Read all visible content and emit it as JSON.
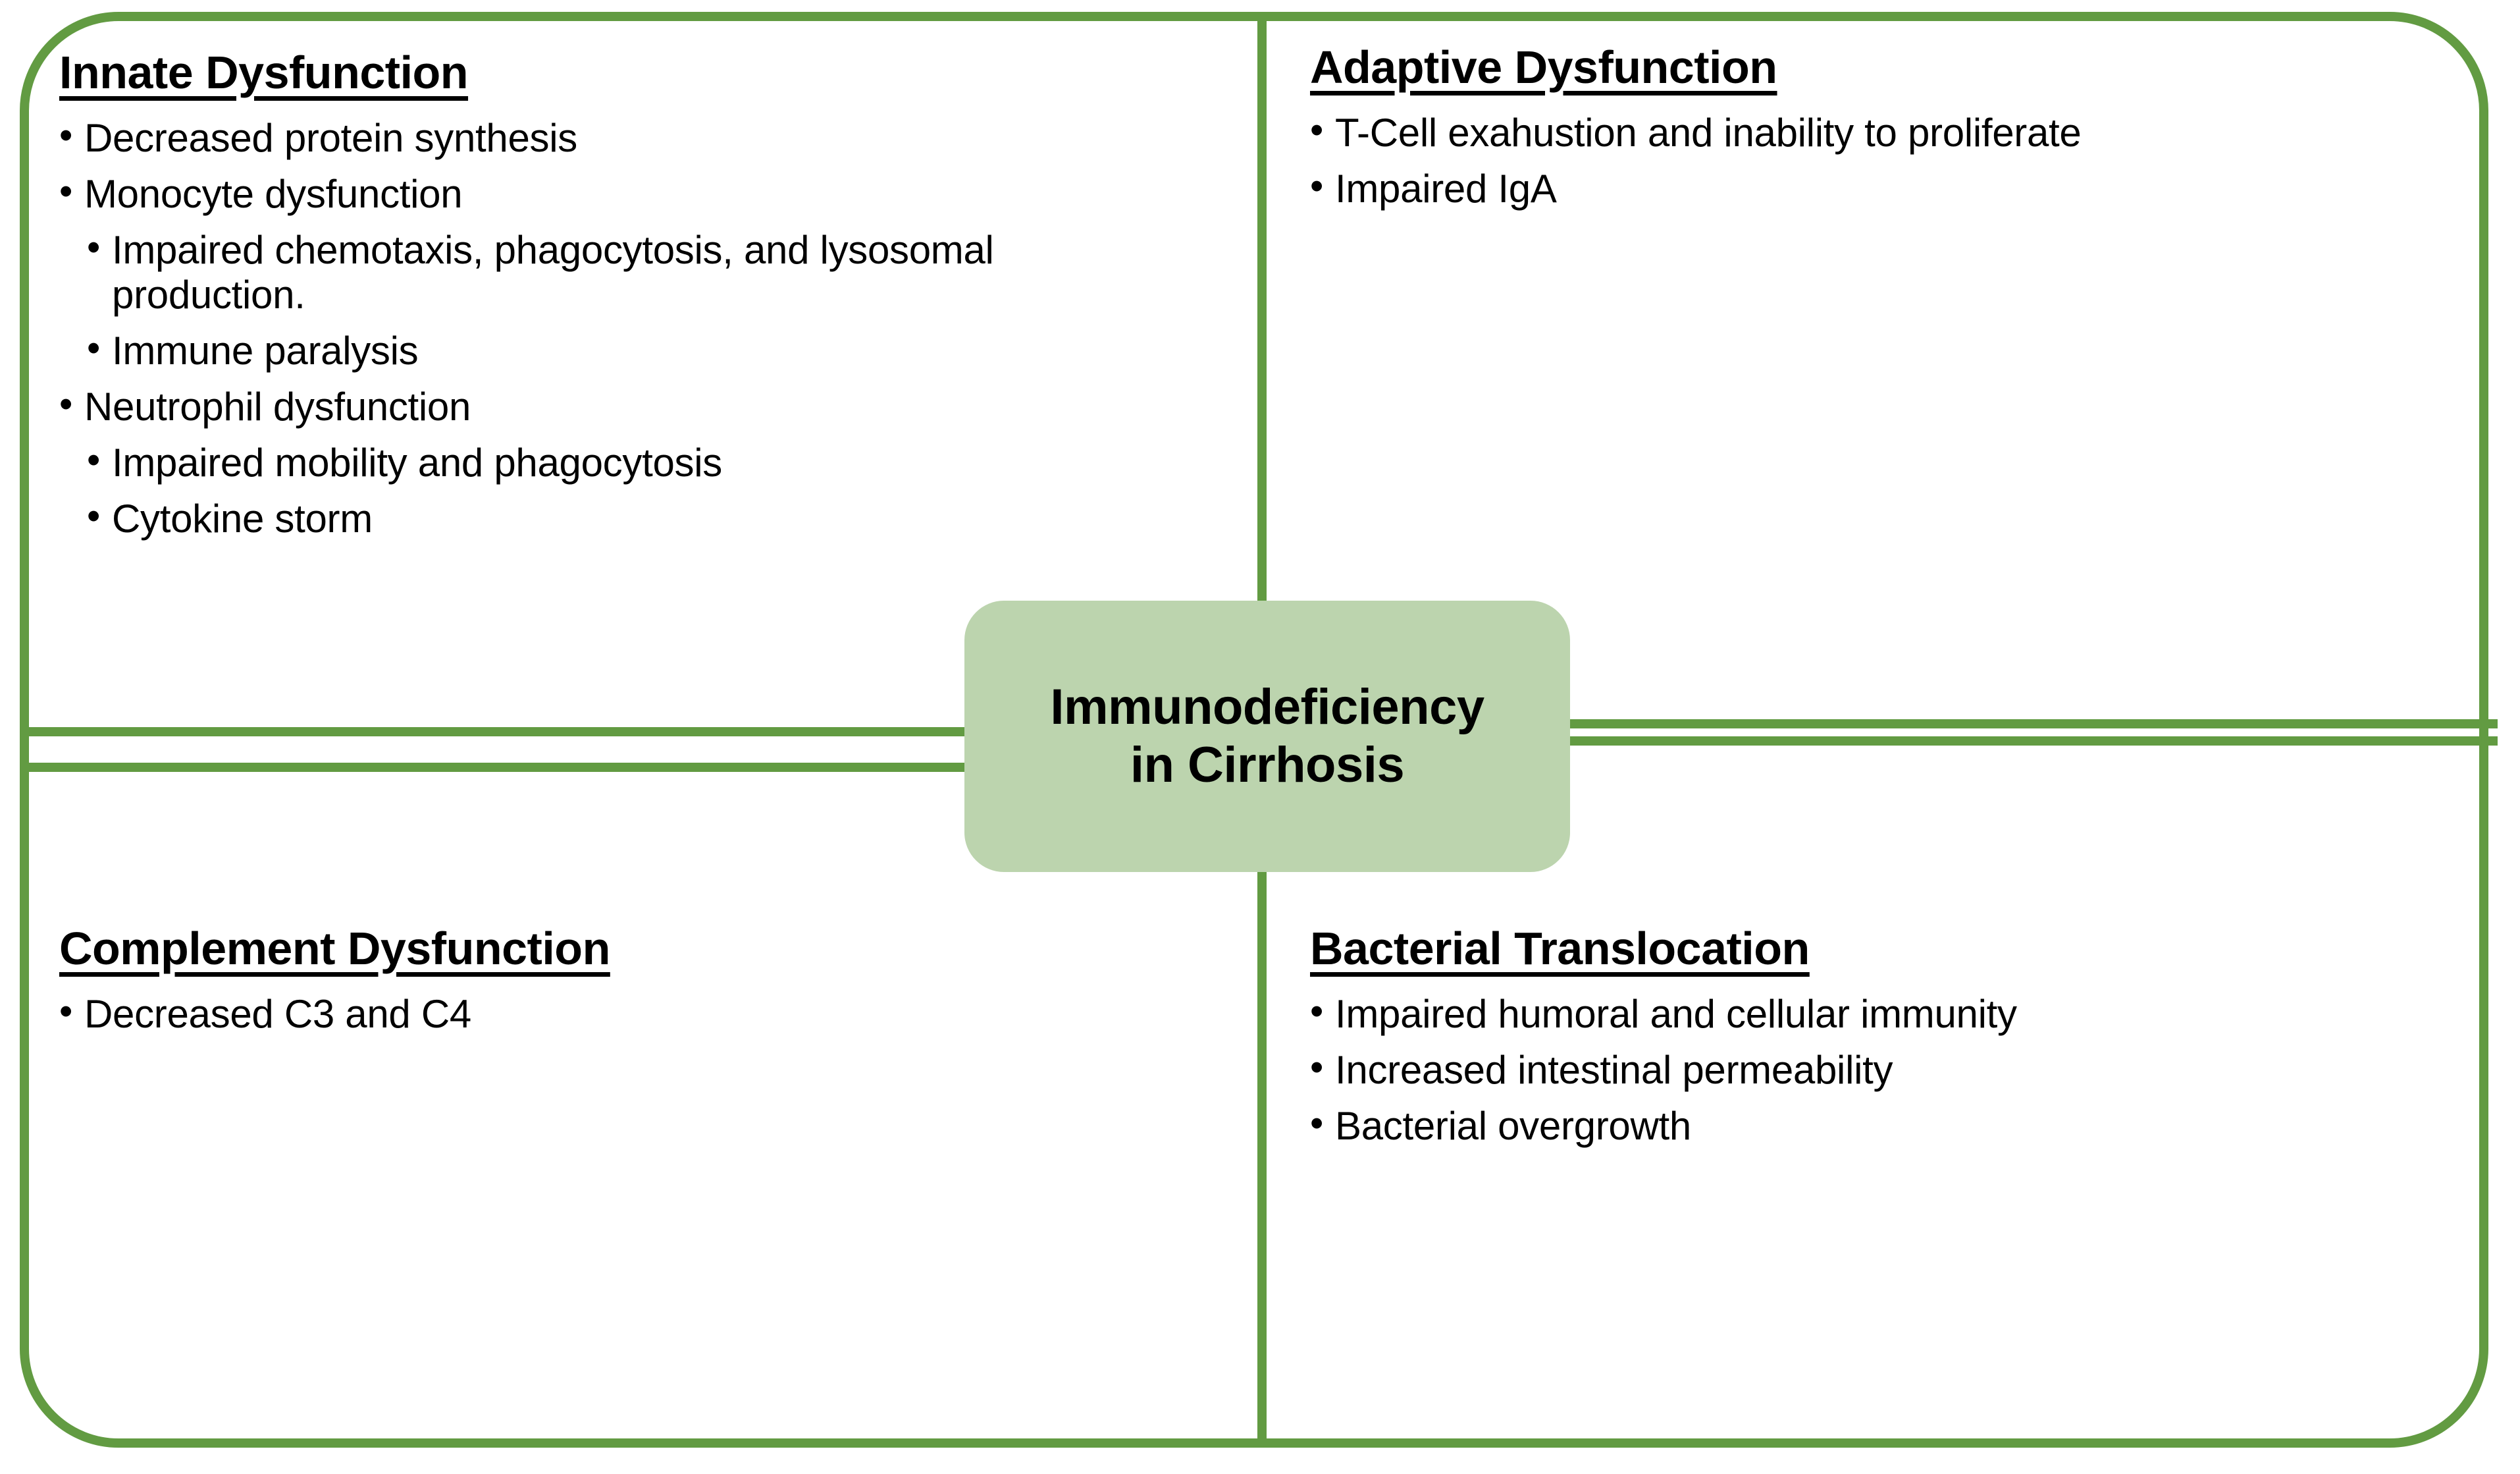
{
  "colors": {
    "line_green": "#629B42",
    "node_fill": "#BCD4AE",
    "text": "#000000",
    "background": "#FFFFFF"
  },
  "centre": {
    "label": "Immunodeficiency\nin Cirrhosis"
  },
  "quadrants": {
    "top_left": {
      "heading": "Innate Dysfunction",
      "bullets": [
        {
          "level": 1,
          "text": "Decreased protein synthesis"
        },
        {
          "level": 1,
          "text": "Monocyte dysfunction"
        },
        {
          "level": 2,
          "text": "Impaired chemotaxis, phagocytosis, and lysosomal production."
        },
        {
          "level": 2,
          "text": "Immune paralysis"
        },
        {
          "level": 1,
          "text": "Neutrophil dysfunction"
        },
        {
          "level": 2,
          "text": "Impaired mobility and phagocytosis"
        },
        {
          "level": 2,
          "text": "Cytokine storm"
        }
      ]
    },
    "top_right": {
      "heading": "Adaptive Dysfunction",
      "bullets": [
        {
          "level": 1,
          "text": "T-Cell exahustion and inability to proliferate"
        },
        {
          "level": 1,
          "text": "Impaired IgA"
        }
      ]
    },
    "bottom_left": {
      "heading": "Complement Dysfunction",
      "bullets": [
        {
          "level": 1,
          "text": "Decreased C3 and C4"
        }
      ]
    },
    "bottom_right": {
      "heading": "Bacterial Translocation",
      "bullets": [
        {
          "level": 1,
          "text": "Impaired humoral and cellular immunity"
        },
        {
          "level": 1,
          "text": "Increased intestinal permeability"
        },
        {
          "level": 1,
          "text": "Bacterial overgrowth"
        }
      ]
    }
  }
}
